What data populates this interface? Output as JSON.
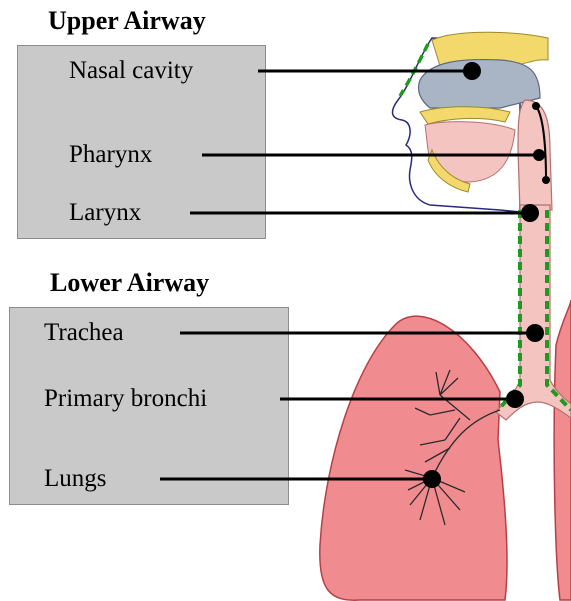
{
  "upper_airway": {
    "heading": "Upper Airway",
    "labels": {
      "nasal_cavity": "Nasal cavity",
      "pharynx": "Pharynx",
      "larynx": "Larynx"
    }
  },
  "lower_airway": {
    "heading": "Lower Airway",
    "labels": {
      "trachea": "Trachea",
      "primary_bronchi": "Primary bronchi",
      "lungs": "Lungs"
    }
  },
  "colors": {
    "box_fill": "#c9c9c9",
    "lung_fill": "#f08c8f",
    "airway_fill": "#f3c4c0",
    "cavity_fill": "#a9b4c4",
    "bone_fill": "#f3d96b",
    "cilia_green": "#1f9a1f",
    "leader_line": "#000000"
  }
}
